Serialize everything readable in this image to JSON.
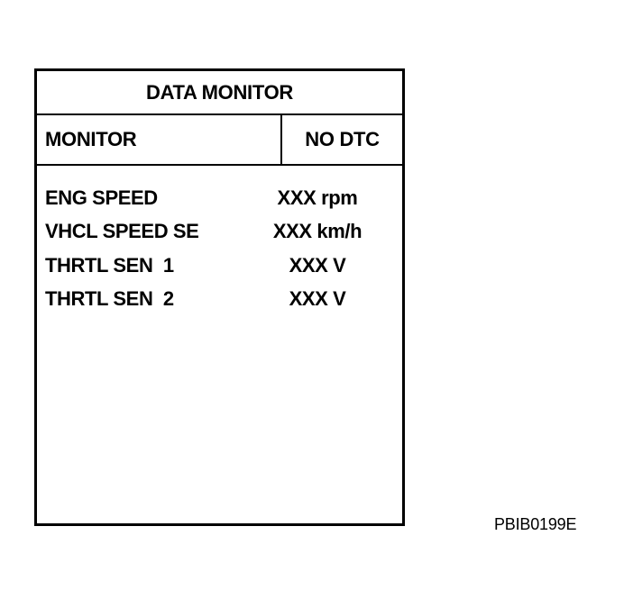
{
  "screen": {
    "title": "DATA MONITOR",
    "header": {
      "left": "MONITOR",
      "right": "NO DTC"
    },
    "items": [
      {
        "label": "ENG SPEED",
        "value": "XXX rpm"
      },
      {
        "label": "VHCL SPEED SE",
        "value": "XXX km/h"
      },
      {
        "label": "THRTL SEN  1",
        "value": "XXX V"
      },
      {
        "label": "THRTL SEN  2",
        "value": "XXX V"
      }
    ]
  },
  "figure_id": "PBIB0199E"
}
